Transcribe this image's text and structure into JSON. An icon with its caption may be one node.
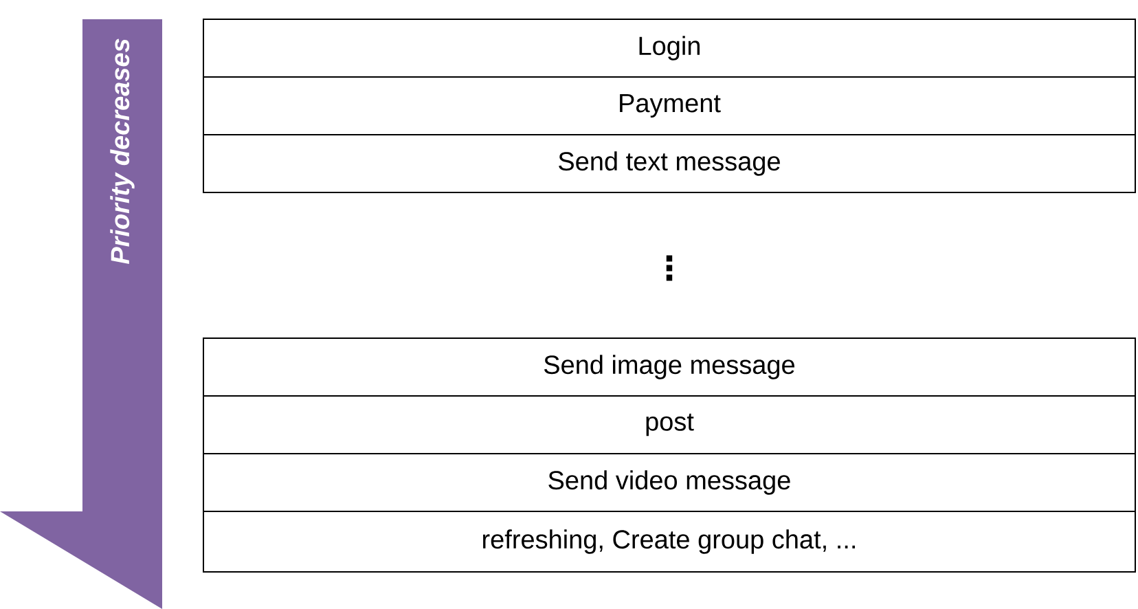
{
  "diagram": {
    "nodes": [
      {
        "text": [
          "Priority decreases"
        ]
      },
      {
        "text": [
          "Login"
        ]
      },
      {
        "text": [
          "Payment"
        ]
      },
      {
        "text": [
          "Send text message"
        ]
      },
      {
        "text": [
          "Send image message"
        ]
      },
      {
        "text": [
          "post"
        ]
      },
      {
        "text": [
          "Send video message"
        ]
      },
      {
        "text": [
          "refreshing, Create group chat, ..."
        ]
      }
    ],
    "labels": [
      "⋮"
    ]
  }
}
